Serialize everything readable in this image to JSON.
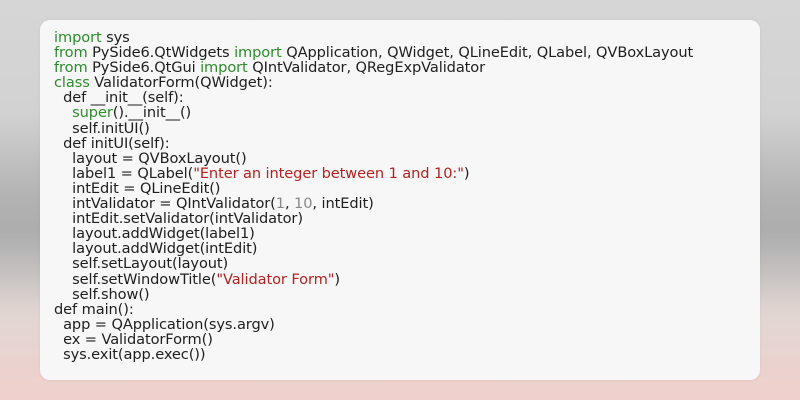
{
  "colors": {
    "keyword": "#2e8b2e",
    "string": "#b22222",
    "number": "#888888",
    "default": "#1e1e1e"
  },
  "code_lines": [
    [
      {
        "t": "import",
        "c": "keyword"
      },
      {
        "t": " sys"
      }
    ],
    [
      {
        "t": "from",
        "c": "keyword"
      },
      {
        "t": " PySide6.QtWidgets "
      },
      {
        "t": "import",
        "c": "keyword"
      },
      {
        "t": " QApplication, QWidget, QLineEdit, QLabel, QVBoxLayout"
      }
    ],
    [
      {
        "t": "from",
        "c": "keyword"
      },
      {
        "t": " PySide6.QtGui "
      },
      {
        "t": "import",
        "c": "keyword"
      },
      {
        "t": " QIntValidator, QRegExpValidator"
      }
    ],
    [
      {
        "t": "class",
        "c": "keyword"
      },
      {
        "t": " ValidatorForm(QWidget):"
      }
    ],
    [
      {
        "t": "  def __init__(self):"
      }
    ],
    [
      {
        "t": "    "
      },
      {
        "t": "super",
        "c": "keyword"
      },
      {
        "t": "().__init__()"
      }
    ],
    [
      {
        "t": "    self.initUI()"
      }
    ],
    [
      {
        "t": "  def initUI(self):"
      }
    ],
    [
      {
        "t": "    layout = QVBoxLayout()"
      }
    ],
    [
      {
        "t": "    label1 = QLabel("
      },
      {
        "t": "\"Enter an integer between 1 and 10:\"",
        "c": "string"
      },
      {
        "t": ")"
      }
    ],
    [
      {
        "t": "    intEdit = QLineEdit()"
      }
    ],
    [
      {
        "t": "    intValidator = QIntValidator("
      },
      {
        "t": "1",
        "c": "number"
      },
      {
        "t": ", "
      },
      {
        "t": "10",
        "c": "number"
      },
      {
        "t": ", intEdit)"
      }
    ],
    [
      {
        "t": "    intEdit.setValidator(intValidator)"
      }
    ],
    [
      {
        "t": "    layout.addWidget(label1)"
      }
    ],
    [
      {
        "t": "    layout.addWidget(intEdit)"
      }
    ],
    [
      {
        "t": "    self.setLayout(layout)"
      }
    ],
    [
      {
        "t": "    self.setWindowTitle("
      },
      {
        "t": "\"Validator Form\"",
        "c": "string"
      },
      {
        "t": ")"
      }
    ],
    [
      {
        "t": "    self.show()"
      }
    ],
    [
      {
        "t": "def main():"
      }
    ],
    [
      {
        "t": "  app = QApplication(sys.argv)"
      }
    ],
    [
      {
        "t": "  ex = ValidatorForm()"
      }
    ],
    [
      {
        "t": "  sys.exit(app.exec())"
      }
    ]
  ]
}
